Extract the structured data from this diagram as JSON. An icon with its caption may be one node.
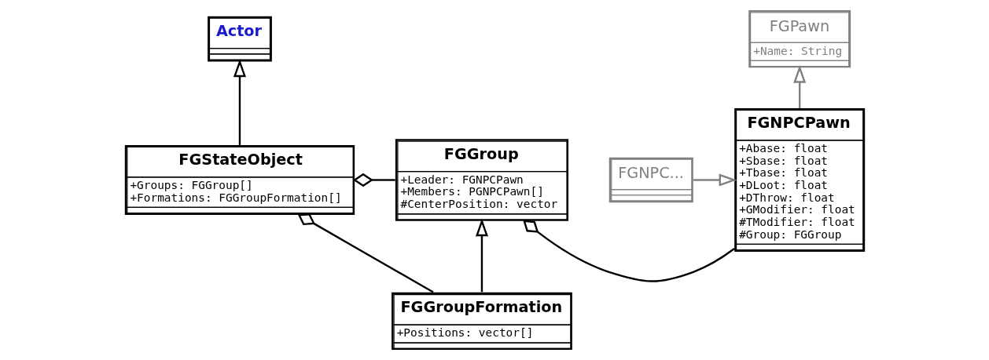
{
  "diagram": {
    "nodes": [
      {
        "text": [
          "Actor"
        ]
      },
      {
        "text": [
          "FGStateObject",
          "+Groups: FGGroup[]",
          "+Formations: FGGroupFormation[]"
        ]
      },
      {
        "text": [
          "FGGroup",
          "+Leader: FGNPCPawn",
          "+Members: PGNPCPawn[]",
          "#CenterPosition: vector"
        ]
      },
      {
        "text": [
          "FGGroupFormation",
          "+Positions: vector[]"
        ]
      },
      {
        "text": [
          "FGPawn",
          "+Name: String"
        ]
      },
      {
        "text": [
          "FGNPCPawn",
          "+Abase: float",
          "+Sbase: float",
          "+Tbase: float",
          "+DLoot: float",
          "+DThrow: float",
          "+GModifier: float",
          "#TModifier: float",
          "#Group: FGGroup"
        ]
      },
      {
        "text": [
          "FGNPC..."
        ]
      }
    ],
    "edges": [
      {
        "from": 1,
        "to": 0,
        "arrow": "to"
      },
      {
        "from": 2,
        "to": 1,
        "arrow": "other"
      },
      {
        "from": 3,
        "to": 1,
        "arrow": "other"
      },
      {
        "from": 3,
        "to": 2,
        "arrow": "to"
      },
      {
        "from": 5,
        "to": 2,
        "arrow": "other"
      },
      {
        "from": 5,
        "to": 4,
        "arrow": "to",
        "color": "#808080"
      },
      {
        "from": 6,
        "to": 5,
        "arrow": "to",
        "color": "#808080"
      }
    ]
  }
}
